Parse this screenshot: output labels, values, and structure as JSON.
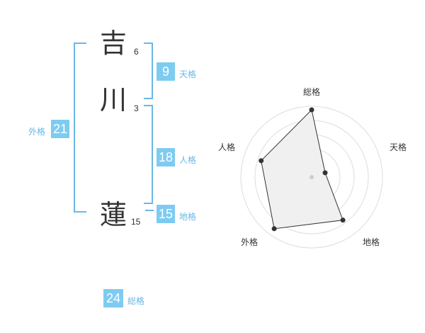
{
  "name": {
    "chars": [
      {
        "char": "吉",
        "strokes": "6"
      },
      {
        "char": "川",
        "strokes": "3"
      },
      {
        "char": "蓮",
        "strokes": "15"
      }
    ]
  },
  "kaku": {
    "tenkaku": {
      "value": "9",
      "label": "天格"
    },
    "jinkaku": {
      "value": "18",
      "label": "人格"
    },
    "chikaku": {
      "value": "15",
      "label": "地格"
    },
    "gaikaku": {
      "value": "21",
      "label": "外格"
    },
    "soukaku": {
      "value": "24",
      "label": "総格"
    }
  },
  "radar": {
    "axes": [
      "総格",
      "天格",
      "地格",
      "外格",
      "人格"
    ],
    "levels": 5,
    "values": [
      0.95,
      0.2,
      0.75,
      0.9,
      0.75
    ],
    "fill_color": "#f0f0f0",
    "line_color": "#333333",
    "ring_color": "#dddddd"
  }
}
